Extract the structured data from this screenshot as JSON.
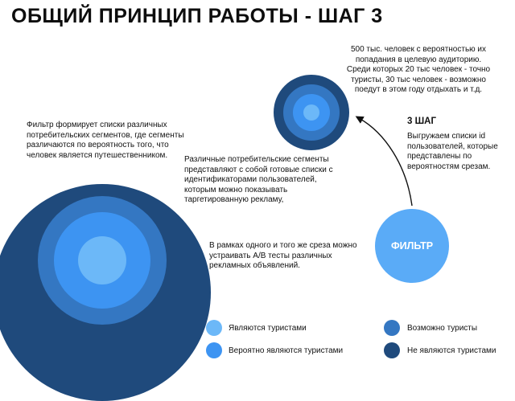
{
  "title": "ОБЩИЙ ПРИНЦИП РАБОТЫ - ШАГ 3",
  "texts": {
    "top_right": "500 тыс. человек с  вероятностью их попадания в целевую аудиторию. Среди которых 20 тыс человек - точно туристы, 30 тыс человек - возможно поедут в этом году отдыхать и т.д.",
    "filter_desc": "Фильтр формирует списки различных потребительских сегментов, где сегменты различаются по вероятность того, что человек является путешественником.",
    "segments_desc": "Различные потребительские сегменты представляют с собой готовые списки с идентификаторами пользователей, которым можно показывать таргетированную рекламу,",
    "ab_desc": "В рамках одного и того же среза можно устраивать A/B тесты различных рекламных объявлений.",
    "step_title": "3 ШАГ",
    "step_desc": "Выгружаем списки id пользователей, которые представлены по вероятностям срезам."
  },
  "filter_label": "ФИЛЬТР",
  "legend": [
    {
      "label": "Являются туристами",
      "color": "#6cb8f8"
    },
    {
      "label": "Вероятно являются туристами",
      "color": "#3d94f2"
    },
    {
      "label": "Возможно туристы",
      "color": "#3477c2"
    },
    {
      "label": "Не являются туристами",
      "color": "#1f4a7c"
    }
  ],
  "colors": {
    "ring_outer": "#1f4a7c",
    "ring_mid": "#3477c2",
    "ring_inner": "#3d94f2",
    "ring_core": "#6cb8f8",
    "filter": "#5aabf7",
    "arrow": "#111111"
  }
}
